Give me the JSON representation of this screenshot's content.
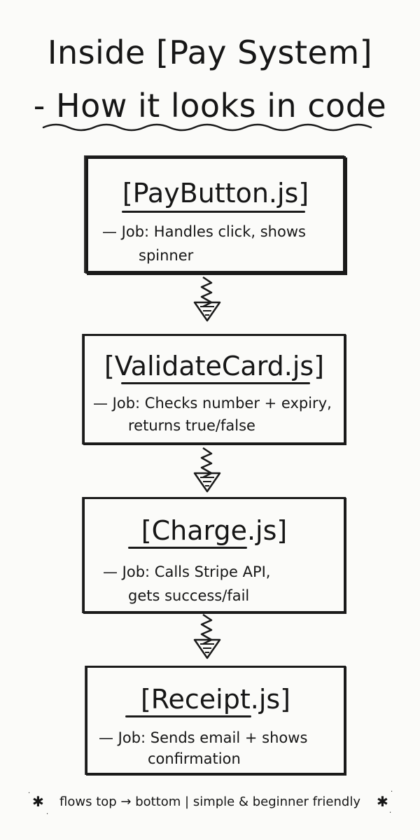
{
  "title": {
    "line1": "Inside [Pay System]",
    "line2": "- How it looks in code"
  },
  "steps": [
    {
      "name": "[PayButton.js]",
      "job_line1": "— Job: Handles click, shows",
      "job_line2": "spinner"
    },
    {
      "name": "[ValidateCard.js]",
      "job_line1": "— Job: Checks number + expiry,",
      "job_line2": "returns true/false"
    },
    {
      "name": "[Charge.js]",
      "job_line1": "— Job: Calls Stripe API,",
      "job_line2": "gets success/fail"
    },
    {
      "name": "[Receipt.js]",
      "job_line1": "— Job: Sends email + shows",
      "job_line2": "confirmation"
    }
  ],
  "footer": "flows top → bottom | simple & beginner friendly",
  "colors": {
    "ink": "#161616",
    "paper": "#fbfbf9"
  },
  "icons": [
    "down-arrow-icon",
    "sparkle-icon"
  ]
}
